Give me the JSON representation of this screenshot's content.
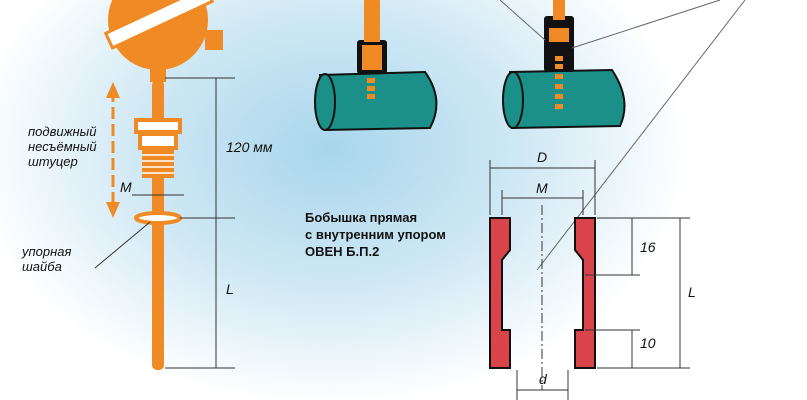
{
  "sensor_labels": {
    "fitting": [
      "подвижный",
      "несъёмный",
      "штуцер"
    ],
    "thread": "M",
    "washer": [
      "упорная",
      "шайба"
    ],
    "length_120": "120 мм",
    "length_L": "L"
  },
  "boss": {
    "title": [
      "Бобышка прямая",
      "с внутренним упором",
      "ОВЕН Б.П.2"
    ],
    "dim_D": "D",
    "dim_M": "M",
    "dim_16": "16",
    "dim_L": "L",
    "dim_10": "10",
    "dim_d": "d"
  },
  "colors": {
    "orange": "#f08a24",
    "teal": "#1a9088",
    "outline": "#111111"
  }
}
